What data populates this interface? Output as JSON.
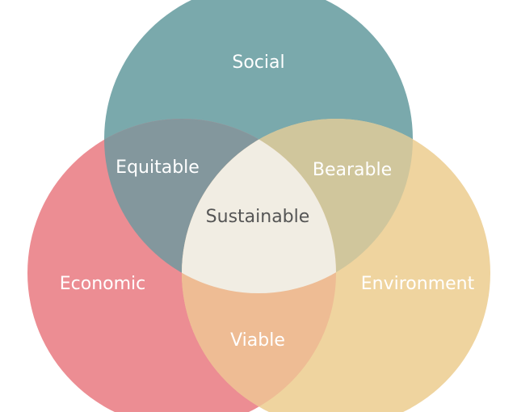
{
  "diagram": {
    "circles": {
      "social": {
        "label": "Social",
        "color": "#7aa9ac"
      },
      "economic": {
        "label": "Economic",
        "color": "#ec8d93"
      },
      "environment": {
        "label": "Environment",
        "color": "#efd49f"
      }
    },
    "overlaps": {
      "social_economic": {
        "label": "Equitable",
        "color": "#83979d"
      },
      "social_environment": {
        "label": "Bearable",
        "color": "#d0c69c"
      },
      "economic_environment": {
        "label": "Viable",
        "color": "#eebc94"
      },
      "center": {
        "label": "Sustainable",
        "color": "#f1ede3"
      }
    },
    "colors": {
      "label_light": "#ffffff",
      "label_dark": "#555555"
    }
  }
}
